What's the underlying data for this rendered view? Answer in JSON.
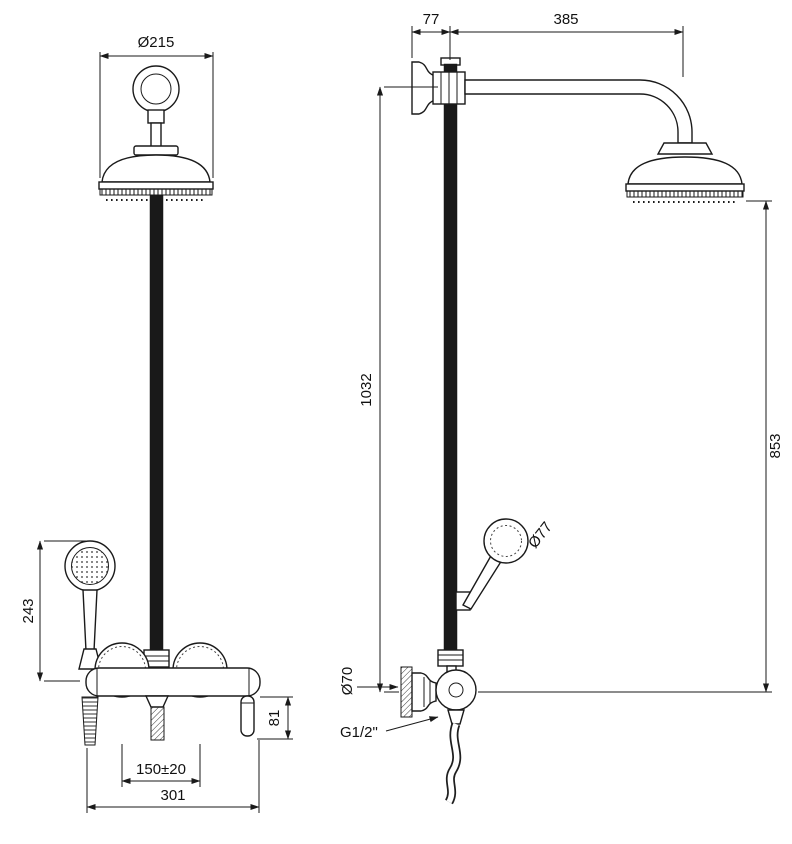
{
  "front_view": {
    "head_diameter": "Ø215",
    "handshower_to_body": "243",
    "body_to_outlet": "81",
    "inlet_spacing": "150±20",
    "overall_width": "301"
  },
  "side_view": {
    "wall_to_riser": "77",
    "arm_projection": "385",
    "riser_height": "1032",
    "head_height": "853",
    "handshower_head_diameter": "Ø77",
    "escutcheon_diameter": "Ø70",
    "connection_thread": "G1/2\""
  }
}
